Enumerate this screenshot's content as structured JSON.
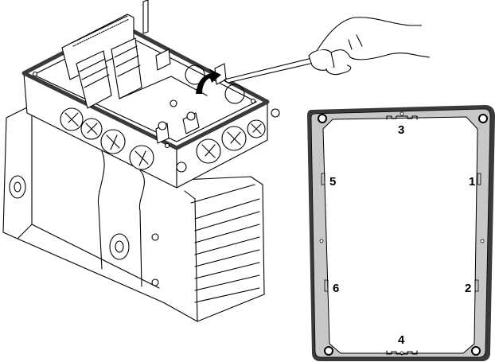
{
  "figure": {
    "gasket_callouts": [
      {
        "id": "1",
        "label": "1"
      },
      {
        "id": "2",
        "label": "2"
      },
      {
        "id": "3",
        "label": "3"
      },
      {
        "id": "4",
        "label": "4"
      },
      {
        "id": "5",
        "label": "5"
      },
      {
        "id": "6",
        "label": "6"
      }
    ]
  },
  "colors": {
    "gasket_outer": "#3a3a3a",
    "gasket_inner": "#c8c8c8",
    "line": "#000000",
    "background": "#ffffff"
  }
}
